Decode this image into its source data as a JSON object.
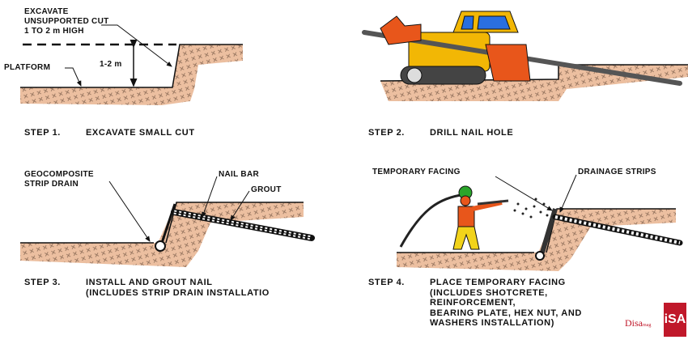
{
  "panels": [
    {
      "step_label": "STEP 1.",
      "title": "EXCAVATE SMALL CUT",
      "sub": [],
      "callouts": {
        "cut": [
          "EXCAVATE",
          "UNSUPPORTED CUT",
          "1 TO 2 m HIGH"
        ],
        "platform": "PLATFORM",
        "height": "1-2 m"
      }
    },
    {
      "step_label": "STEP 2.",
      "title": "DRILL NAIL HOLE",
      "sub": []
    },
    {
      "step_label": "STEP 3.",
      "title": "INSTALL AND GROUT NAIL",
      "sub": [
        "(INCLUDES STRIP DRAIN INSTALLATIO"
      ],
      "callouts": {
        "drain": [
          "GEOCOMPOSITE",
          "STRIP DRAIN"
        ],
        "nail_bar": "NAIL BAR",
        "grout": "GROUT"
      }
    },
    {
      "step_label": "STEP 4.",
      "title": "PLACE TEMPORARY FACING",
      "sub": [
        "(INCLUDES SHOTCRETE,",
        "REINFORCEMENT,",
        "BEARING PLATE, HEX NUT, AND",
        "WASHERS INSTALLATION)"
      ],
      "callouts": {
        "facing": "TEMPORARY FACING",
        "drainage": "DRAINAGE STRIPS"
      }
    }
  ],
  "watermark": {
    "text": "Disa",
    "sub": "mag",
    "mark": "iSA"
  },
  "colors": {
    "soil": "#ecbfa0",
    "machine": "#f2b705",
    "drill": "#e8561b",
    "helmet": "#2aa52a"
  }
}
